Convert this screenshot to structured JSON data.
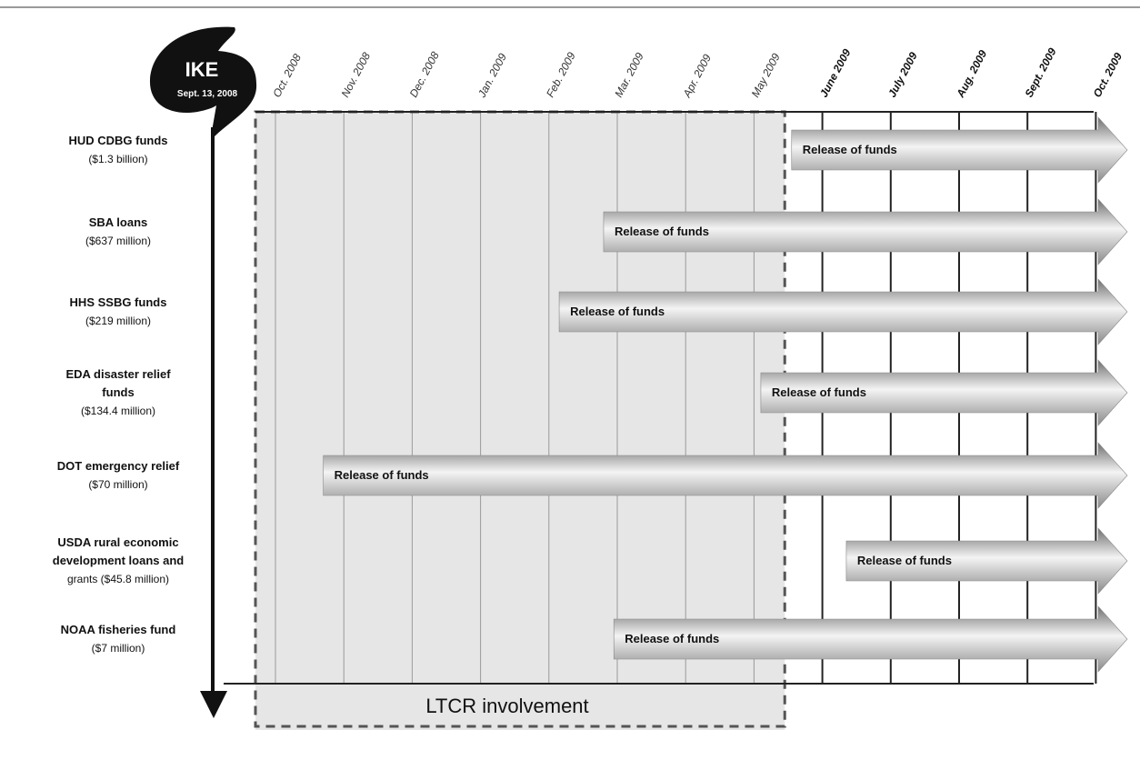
{
  "hurricane": {
    "name": "IKE",
    "date": "Sept. 13, 2008"
  },
  "months": [
    {
      "label": "Oct. 2008",
      "bold": false
    },
    {
      "label": "Nov. 2008",
      "bold": false
    },
    {
      "label": "Dec. 2008",
      "bold": false
    },
    {
      "label": "Jan. 2009",
      "bold": false
    },
    {
      "label": "Feb. 2009",
      "bold": false
    },
    {
      "label": "Mar. 2009",
      "bold": false
    },
    {
      "label": "Apr. 2009",
      "bold": false
    },
    {
      "label": "May 2009",
      "bold": false
    },
    {
      "label": "June 2009",
      "bold": true
    },
    {
      "label": "July 2009",
      "bold": true
    },
    {
      "label": "Aug. 2009",
      "bold": true
    },
    {
      "label": "Sept. 2009",
      "bold": true
    },
    {
      "label": "Oct. 2009",
      "bold": true
    }
  ],
  "rows": [
    {
      "name_lines": [
        "HUD CDBG funds"
      ],
      "amount_lines": [
        "($1.3 billion)"
      ],
      "bar_label": "Release of funds",
      "start_month_index": 7.55
    },
    {
      "name_lines": [
        "SBA loans"
      ],
      "amount_lines": [
        "($637 million)"
      ],
      "bar_label": "Release of funds",
      "start_month_index": 4.8
    },
    {
      "name_lines": [
        "HHS SSBG funds"
      ],
      "amount_lines": [
        "($219 million)"
      ],
      "bar_label": "Release of funds",
      "start_month_index": 4.15
    },
    {
      "name_lines": [
        "EDA disaster relief",
        "funds"
      ],
      "amount_lines": [
        "($134.4 million)"
      ],
      "bar_label": "Release of funds",
      "start_month_index": 7.1
    },
    {
      "name_lines": [
        "DOT emergency relief"
      ],
      "amount_lines": [
        "($70 million)"
      ],
      "bar_label": "Release of funds",
      "start_month_index": 0.7
    },
    {
      "name_lines": [
        "USDA rural economic",
        "development loans and"
      ],
      "amount_lines": [
        "grants ($45.8 million)"
      ],
      "bar_label": "Release of funds",
      "start_month_index": 8.35
    },
    {
      "name_lines": [
        "NOAA fisheries fund"
      ],
      "amount_lines": [
        "($7 million)"
      ],
      "bar_label": "Release of funds",
      "start_month_index": 4.95
    }
  ],
  "ltcr": {
    "label": "LTCR involvement",
    "end_month_index": 7.45
  },
  "colors": {
    "line": "#222222",
    "shade": "#e6e6e6",
    "dash": "#555555",
    "arrow_dark": "#7a7a7a",
    "arrow_light": "#f2f2f2"
  }
}
